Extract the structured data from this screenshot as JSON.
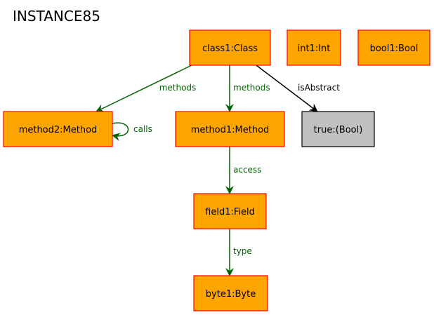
{
  "diagram": {
    "title": "INSTANCE85",
    "colors": {
      "object_fill": "#FFA500",
      "object_border": "#FF0000",
      "value_fill": "#C0C0C0",
      "value_border": "#000000",
      "edge_green": "#006400",
      "edge_black": "#000000"
    },
    "nodes": [
      {
        "id": "class1",
        "label": "class1:Class",
        "kind": "object"
      },
      {
        "id": "int1",
        "label": "int1:Int",
        "kind": "object"
      },
      {
        "id": "bool1",
        "label": "bool1:Bool",
        "kind": "object"
      },
      {
        "id": "method2",
        "label": "method2:Method",
        "kind": "object"
      },
      {
        "id": "method1",
        "label": "method1:Method",
        "kind": "object"
      },
      {
        "id": "true",
        "label": "true:(Bool)",
        "kind": "value"
      },
      {
        "id": "field1",
        "label": "field1:Field",
        "kind": "object"
      },
      {
        "id": "byte1",
        "label": "byte1:Byte",
        "kind": "object"
      }
    ],
    "edges": [
      {
        "from": "class1",
        "to": "method2",
        "label": "methods",
        "color": "green"
      },
      {
        "from": "class1",
        "to": "method1",
        "label": "methods",
        "color": "green"
      },
      {
        "from": "class1",
        "to": "true",
        "label": "isAbstract",
        "color": "black"
      },
      {
        "from": "method2",
        "to": "method2",
        "label": "calls",
        "color": "green"
      },
      {
        "from": "method1",
        "to": "field1",
        "label": "access",
        "color": "green"
      },
      {
        "from": "field1",
        "to": "byte1",
        "label": "type",
        "color": "green"
      }
    ]
  }
}
